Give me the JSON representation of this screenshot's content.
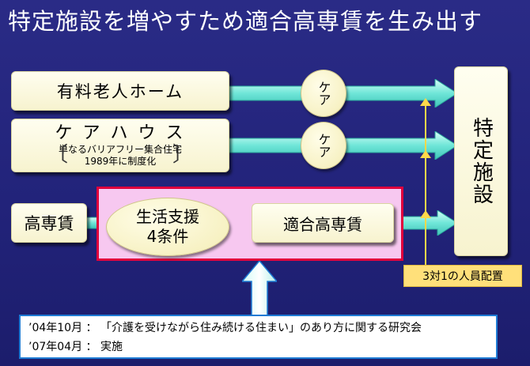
{
  "title": "特定施設を増やすため適合高専賃を生み出す",
  "boxes": {
    "yuryo": "有料老人ホーム",
    "carehouse": "ケ ア ハ ウ ス",
    "carehouse_sub1": "単なるバリアフリー集合住宅",
    "carehouse_sub2": "1989年に制度化",
    "koshinchin": "高専賃",
    "tekigo": "適合高専賃",
    "tokutei": "特定施設"
  },
  "care_labels": [
    "ケア",
    "ケア"
  ],
  "support": {
    "line1": "生活支援",
    "line2": "4条件"
  },
  "staffing": "3対1の人員配置",
  "notes": [
    {
      "date": "’04年10月",
      "sep": "：",
      "text": "「介護を受けながら住み続ける住まい」のあり方に関する研究会"
    },
    {
      "date": "’07年04月",
      "sep": "：",
      "text": "実施"
    }
  ]
}
